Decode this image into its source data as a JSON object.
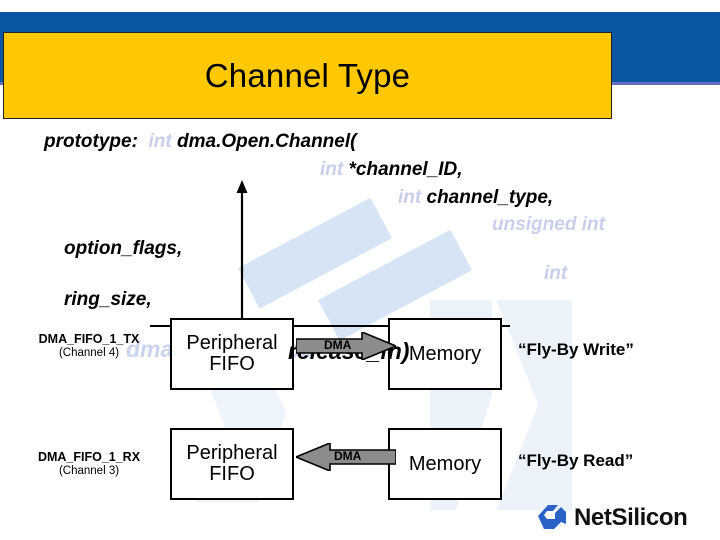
{
  "slide": {
    "title": "Channel Type",
    "banner_color": "#0B56A4",
    "title_box_color": "#FFC800"
  },
  "prototype": {
    "label": "prototype:",
    "keyword_int": "int",
    "function_name": "dma.Open.Channel(",
    "param1": "*channel_ID,",
    "param2": "channel_type,",
    "param3_keyword": "unsigned int",
    "param4": "option_flags,",
    "param5_keyword": "int",
    "param6": "ring_size,",
    "keyword_color": "#C9CFEA"
  },
  "ghost_text": {
    "blue": "dmaReleaseType",
    "black": "release_fn)"
  },
  "diagram": {
    "rows": [
      {
        "channel_name": "DMA_FIFO_1_TX",
        "channel_number": "(Channel 4)",
        "source_box": "Peripheral\nFIFO",
        "arrow_label": "DMA",
        "arrow_direction": "right",
        "dest_box": "Memory",
        "mode_label": "“Fly-By Write”"
      },
      {
        "channel_name": "DMA_FIFO_1_RX",
        "channel_number": "(Channel 3)",
        "source_box": "Peripheral\nFIFO",
        "arrow_label": "DMA",
        "arrow_direction": "left",
        "dest_box": "Memory",
        "mode_label": "“Fly-By Read”"
      }
    ]
  },
  "logo": {
    "text": "NetSilicon",
    "mark_color": "#2B62C8"
  }
}
